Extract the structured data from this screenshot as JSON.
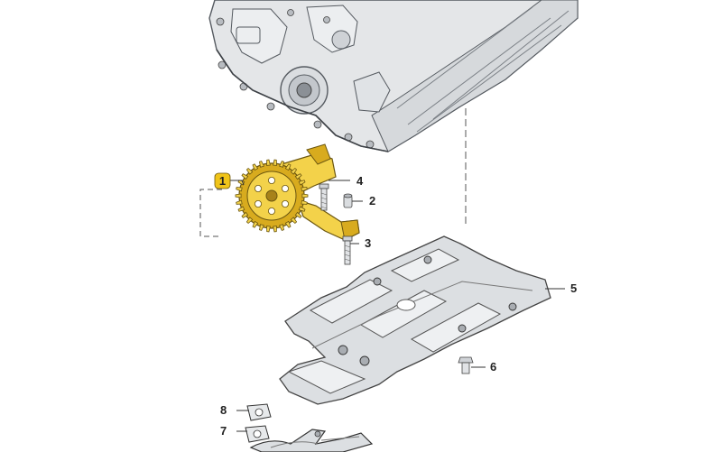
{
  "colors": {
    "engine_fill": "#e4e6e8",
    "engine_shadow": "#c9ccd0",
    "engine_line": "#555a60",
    "pump_fill": "#f3d24a",
    "pump_shade": "#d8ab1e",
    "pan_fill": "#dcdfe2",
    "pan_shadow": "#b9bdc2",
    "highlight_marker": "#f0c419"
  },
  "callouts": [
    {
      "num": "1",
      "part": "oil-pump-assembly",
      "highlighted": true
    },
    {
      "num": "2",
      "part": "dowel-sleeve"
    },
    {
      "num": "3",
      "part": "bolt"
    },
    {
      "num": "4",
      "part": "bolt"
    },
    {
      "num": "5",
      "part": "baffle-plate"
    },
    {
      "num": "6",
      "part": "bolt"
    },
    {
      "num": "7",
      "part": "gasket"
    },
    {
      "num": "8",
      "part": "gasket"
    }
  ]
}
